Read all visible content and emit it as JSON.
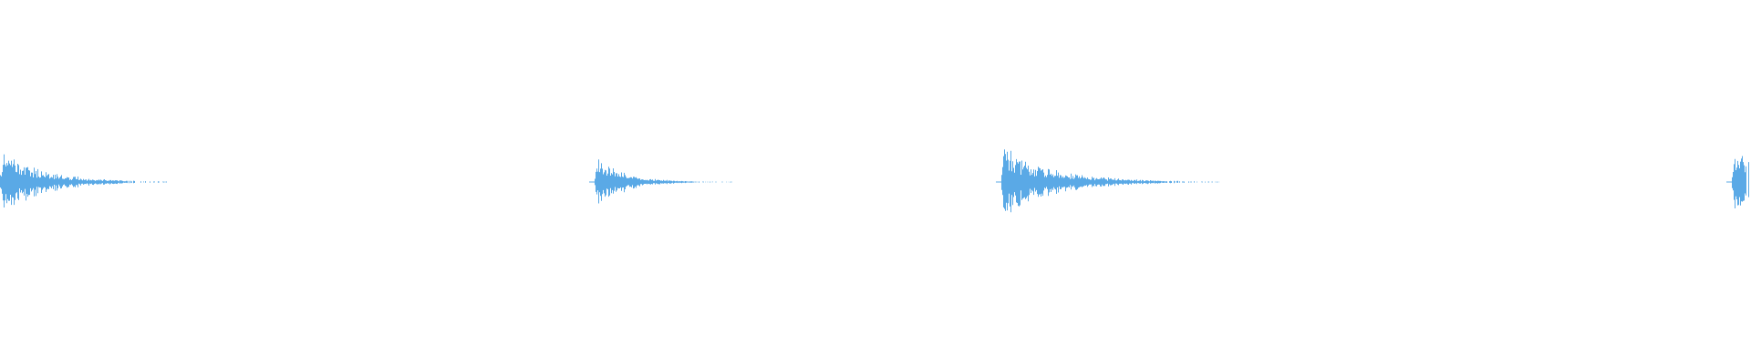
{
  "waveform": {
    "color": "#5aa9e6",
    "background": "#ffffff",
    "bursts": [
      {
        "name": "burst-1"
      },
      {
        "name": "burst-2"
      },
      {
        "name": "burst-3"
      },
      {
        "name": "burst-4"
      }
    ]
  }
}
